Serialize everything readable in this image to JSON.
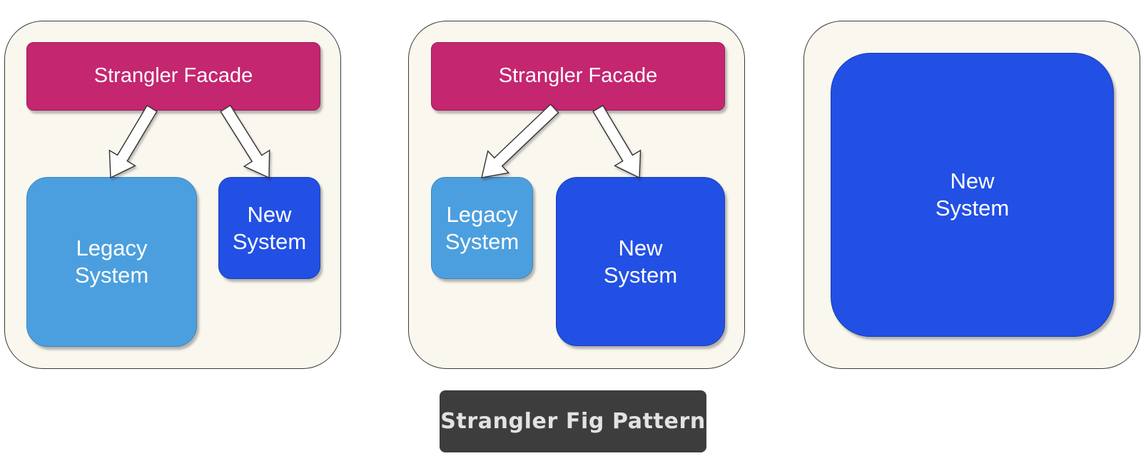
{
  "panels": [
    {
      "facade_label": "Strangler Facade",
      "legacy_label": "Legacy\nSystem",
      "new_label": "New\nSystem"
    },
    {
      "facade_label": "Strangler Facade",
      "legacy_label": "Legacy\nSystem",
      "new_label": "New\nSystem"
    },
    {
      "new_label": "New\nSystem"
    }
  ],
  "caption": "Strangler Fig Pattern",
  "colors": {
    "facade": "#c42670",
    "legacy_system": "#4c9fde",
    "new_system": "#2250e4",
    "panel_background": "#faf7ef",
    "caption_background": "#3d3d3d"
  }
}
